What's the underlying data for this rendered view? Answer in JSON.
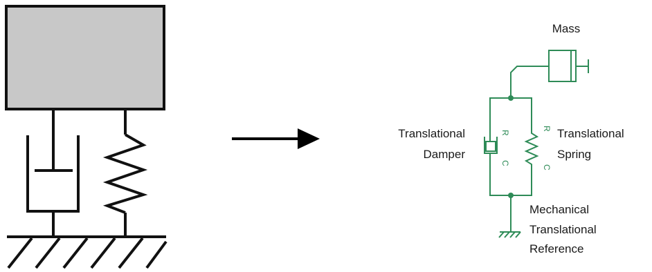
{
  "labels": {
    "mass": "Mass",
    "damper_line1": "Translational",
    "damper_line2": "Damper",
    "spring_line1": "Translational",
    "spring_line2": "Spring",
    "ref_line1": "Mechanical",
    "ref_line2": "Translational",
    "ref_line3": "Reference"
  },
  "ports": {
    "damper_r": "R",
    "damper_c": "C",
    "spring_r": "R",
    "spring_c": "C"
  },
  "colors": {
    "schematic": "#111111",
    "mass_fill": "#c8c8c8",
    "block": "#2e8b57"
  },
  "icons": {
    "arrow": "right-arrow-icon"
  }
}
